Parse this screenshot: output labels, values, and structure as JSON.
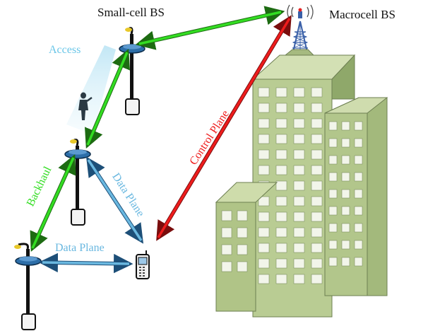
{
  "labels": {
    "small_cell_bs": "Small-cell BS",
    "macrocell_bs": "Macrocell BS",
    "access": "Access",
    "backhaul": "Backhaul",
    "data_plane_diagonal": "Data Plane",
    "data_plane_horizontal": "Data Plane",
    "control_plane": "Control Plane"
  },
  "colors": {
    "backhaul": "#33dd22",
    "data_plane": "#6ab8e0",
    "control_plane": "#ee1c1c",
    "access_beam": "#a6dcef",
    "building_fill": "#b5c98e",
    "building_shade": "#8fa86a",
    "window": "#f2f5ea",
    "pole": "#111111"
  }
}
